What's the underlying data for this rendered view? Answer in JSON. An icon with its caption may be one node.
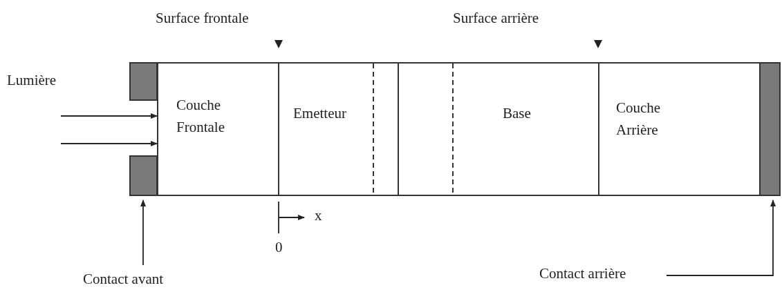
{
  "diagram": {
    "nodes": [
      {
        "text": [],
        "shape": "bar"
      },
      {
        "text": [],
        "shape": "bar"
      },
      {
        "text": [
          "Couche Frontale"
        ]
      },
      {
        "text": [
          "Emetteur"
        ]
      },
      {
        "text": [
          "Base"
        ]
      },
      {
        "text": [
          "Couche Arrière"
        ]
      },
      {
        "text": [],
        "shape": "bar"
      },
      {
        "text": [
          "Contact avant"
        ]
      },
      {
        "text": [
          "Contact arrière"
        ]
      }
    ],
    "edges": [
      {
        "from": null,
        "to": 2,
        "arrow": "to"
      },
      {
        "from": null,
        "to": 2,
        "arrow": "to"
      },
      {
        "from": 7,
        "to": 1,
        "arrow": "to"
      },
      {
        "from": 8,
        "to": 6,
        "arrow": "to"
      }
    ],
    "labels": [
      "Surface frontale",
      "Surface arrière",
      "Lumière",
      "x",
      "0"
    ]
  }
}
